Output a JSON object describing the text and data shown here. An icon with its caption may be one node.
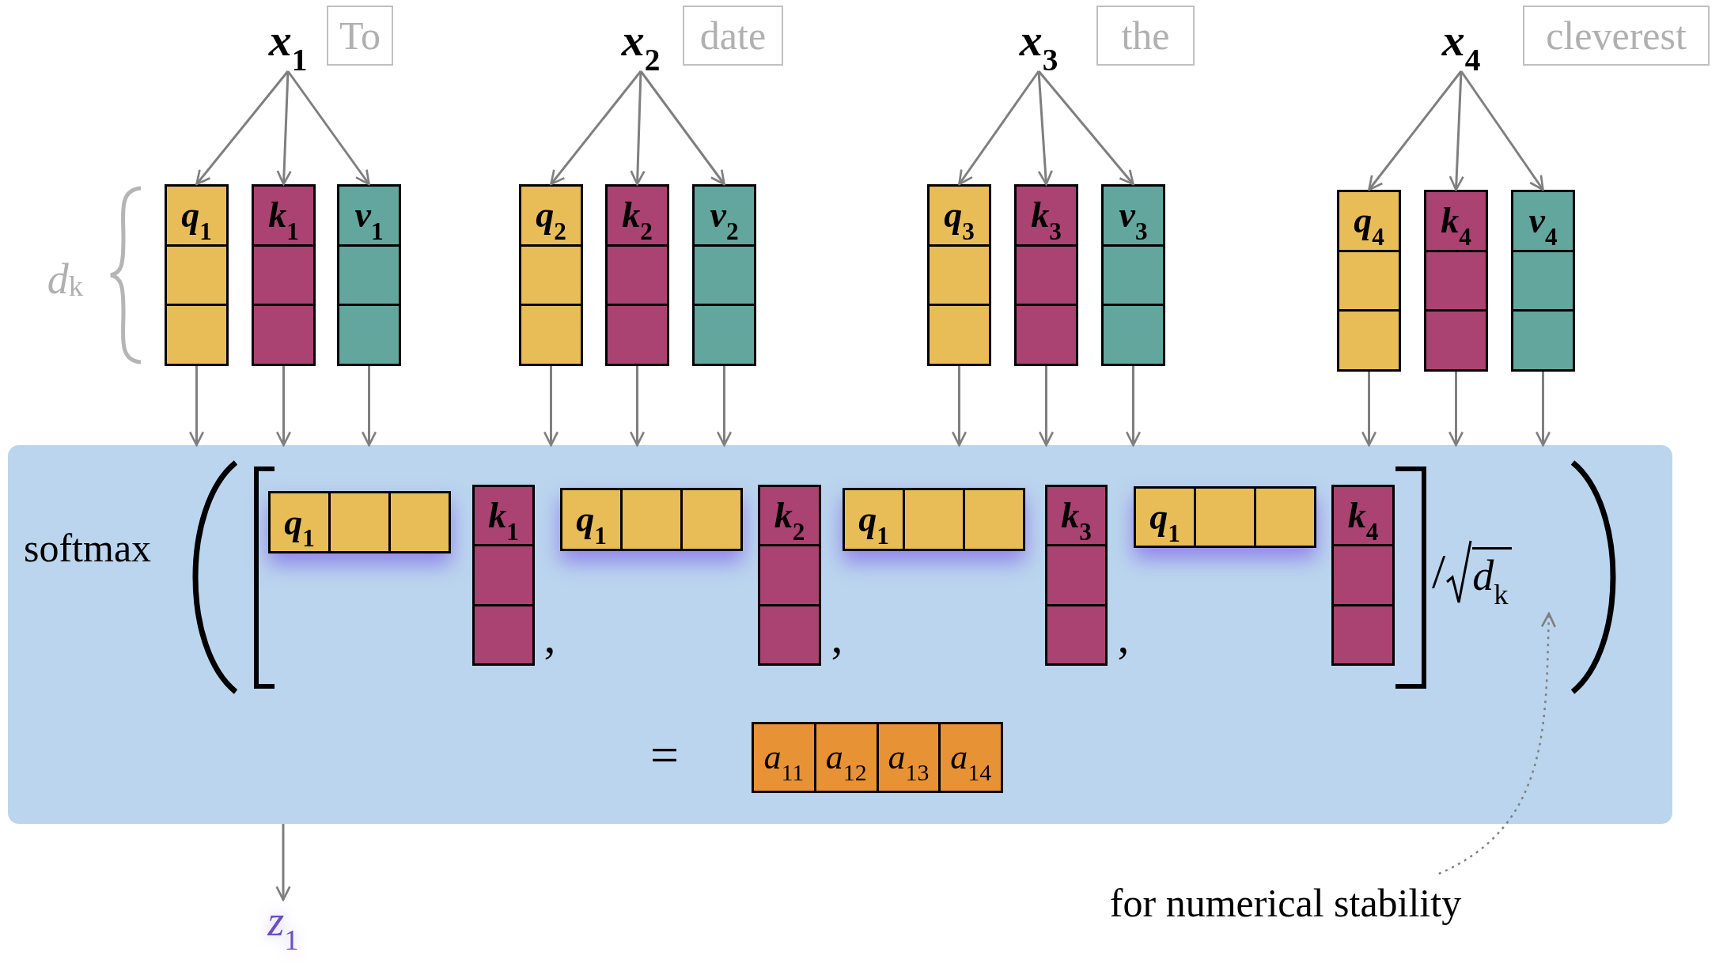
{
  "diagram": {
    "nodes": [
      {
        "text": [
          "*x*$_{1}$"
        ]
      },
      {
        "text": [
          "To"
        ]
      },
      {
        "text": [
          "*x*$_{2}$"
        ]
      },
      {
        "text": [
          "date"
        ]
      },
      {
        "text": [
          "*x*$_{3}$"
        ]
      },
      {
        "text": [
          "the"
        ]
      },
      {
        "text": [
          "*x*$_{4}$"
        ]
      },
      {
        "text": [
          "cleverest"
        ]
      },
      {
        "text": [
          "*q*$_{1}$"
        ]
      },
      {
        "text": [
          "*k*$_{1}$"
        ]
      },
      {
        "text": [
          "*v*$_{1}$"
        ]
      },
      {
        "text": [
          "*q*$_{2}$"
        ]
      },
      {
        "text": [
          "*k*$_{2}$"
        ]
      },
      {
        "text": [
          "*v*$_{2}$"
        ]
      },
      {
        "text": [
          "*q*$_{3}$"
        ]
      },
      {
        "text": [
          "*k*$_{3}$"
        ]
      },
      {
        "text": [
          "*v*$_{3}$"
        ]
      },
      {
        "text": [
          "*q*$_{4}$"
        ]
      },
      {
        "text": [
          "*k*$_{4}$"
        ]
      },
      {
        "text": [
          "*v*$_{4}$"
        ]
      },
      {
        "text": [
          "softmax"
        ]
      },
      {
        "text": [
          "*q*$_{1}$"
        ],
        "in": 20
      },
      {
        "text": [
          "*k*$_{1}$"
        ],
        "in": 20
      },
      {
        "text": [
          "*q*$_{1}$"
        ],
        "in": 20
      },
      {
        "text": [
          "*k*$_{2}$"
        ],
        "in": 20
      },
      {
        "text": [
          "*q*$_{1}$"
        ],
        "in": 20
      },
      {
        "text": [
          "*k*$_{3}$"
        ],
        "in": 20
      },
      {
        "text": [
          "*q*$_{1}$"
        ],
        "in": 20
      },
      {
        "text": [
          "*k*$_{4}$"
        ],
        "in": 20
      },
      {
        "text": [
          "/",
          "*d*$_{k}$"
        ],
        "in": 20
      },
      {
        "text": [
          "*a*$_{11}$",
          "*a*$_{12}$",
          "*a*$_{13}$",
          "*a*$_{14}$"
        ],
        "in": 20
      },
      {
        "text": [
          "*z*$_{1}$"
        ]
      },
      {
        "text": [
          "for numerical stability"
        ]
      }
    ],
    "edges": [
      {
        "from": 0,
        "to": 8,
        "arrow": "to"
      },
      {
        "from": 0,
        "to": 9,
        "arrow": "to"
      },
      {
        "from": 0,
        "to": 10,
        "arrow": "to"
      },
      {
        "from": 2,
        "to": 11,
        "arrow": "to"
      },
      {
        "from": 2,
        "to": 12,
        "arrow": "to"
      },
      {
        "from": 2,
        "to": 13,
        "arrow": "to"
      },
      {
        "from": 4,
        "to": 14,
        "arrow": "to"
      },
      {
        "from": 4,
        "to": 15,
        "arrow": "to"
      },
      {
        "from": 4,
        "to": 16,
        "arrow": "to"
      },
      {
        "from": 6,
        "to": 17,
        "arrow": "to"
      },
      {
        "from": 6,
        "to": 18,
        "arrow": "to"
      },
      {
        "from": 6,
        "to": 19,
        "arrow": "to"
      },
      {
        "from": 8,
        "to": 20,
        "arrow": "to"
      },
      {
        "from": 9,
        "to": 20,
        "arrow": "to"
      },
      {
        "from": 10,
        "to": 20,
        "arrow": "to"
      },
      {
        "from": 11,
        "to": 20,
        "arrow": "to"
      },
      {
        "from": 12,
        "to": 20,
        "arrow": "to"
      },
      {
        "from": 13,
        "to": 20,
        "arrow": "to"
      },
      {
        "from": 14,
        "to": 20,
        "arrow": "to"
      },
      {
        "from": 15,
        "to": 20,
        "arrow": "to"
      },
      {
        "from": 16,
        "to": 20,
        "arrow": "to"
      },
      {
        "from": 17,
        "to": 20,
        "arrow": "to"
      },
      {
        "from": 18,
        "to": 20,
        "arrow": "to"
      },
      {
        "from": 19,
        "to": 20,
        "arrow": "to"
      },
      {
        "from": 20,
        "to": 31,
        "arrow": "to"
      },
      {
        "from": 32,
        "to": 29,
        "arrow": "to",
        "style": "dashed"
      }
    ],
    "labels": [
      "*d*$_{k}$",
      ",",
      ",",
      ",",
      "="
    ]
  }
}
